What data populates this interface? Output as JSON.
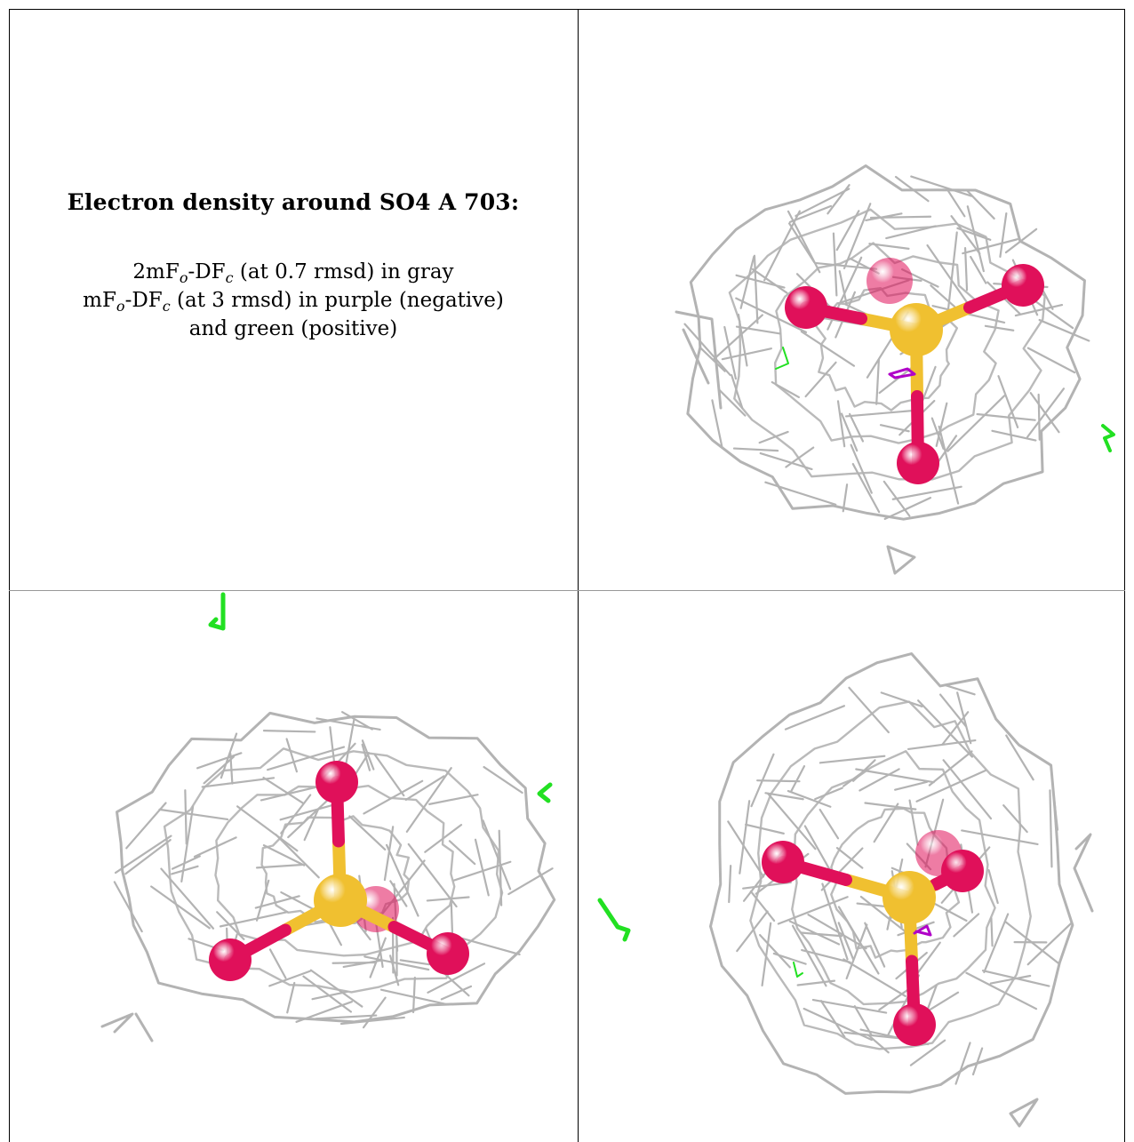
{
  "caption": {
    "title": "Electron density around SO4 A 703:",
    "line1": {
      "prefix": "2mF",
      "sub1": "o",
      "mid": "-DF",
      "sub2": "c",
      "suffix": " (at 0.7 rmsd) in gray"
    },
    "line2": {
      "prefix": "mF",
      "sub1": "o",
      "mid": "-DF",
      "sub2": "c",
      "suffix": " (at 3 rmsd) in purple (negative)"
    },
    "line3": "and green (positive)"
  },
  "colors": {
    "mesh_2fofc": "#b3b3b3",
    "fofc_negative": "#b000c8",
    "fofc_positive": "#22e022",
    "oxygen": "#e0105a",
    "sulfur": "#f0c030"
  },
  "panels": [
    {
      "name": "view-top-right"
    },
    {
      "name": "view-bottom-left"
    },
    {
      "name": "view-bottom-right"
    }
  ]
}
